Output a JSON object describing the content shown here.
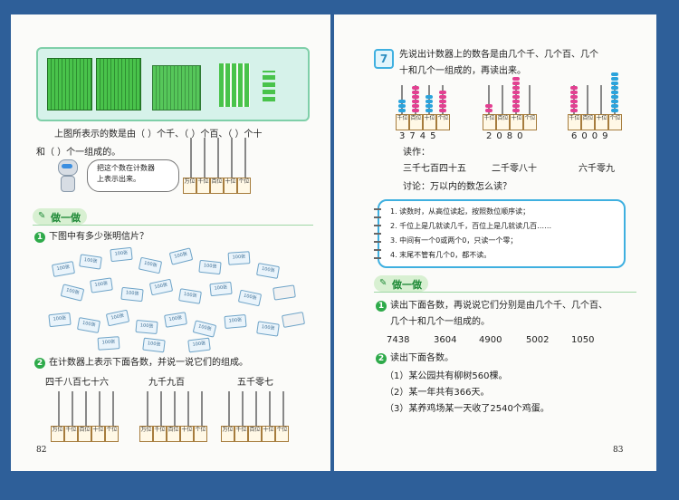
{
  "left": {
    "intro_text_1": "上图所表示的数是由（ ）个千、（ ）个百、（ ）个十",
    "intro_text_2": "和（ ）个一组成的。",
    "robot_bubble_1": "把这个数在计数器",
    "robot_bubble_2": "上表示出来。",
    "place_values": [
      "万位",
      "千位",
      "百位",
      "十位",
      "个位"
    ],
    "section_banner": "做一做",
    "q1_text": "下图中有多少张明信片？",
    "card_label": "100张",
    "q2_text": "在计数器上表示下面各数，并说一说它们的组成。",
    "numbers": [
      "四千八百七十六",
      "九千九百",
      "五千零七"
    ],
    "page_number": "82"
  },
  "right": {
    "q7_number": "7",
    "q7_text_1": "先说出计数器上的数各是由几个千、几个百、几个",
    "q7_text_2": "十和几个一组成的，再读出来。",
    "place_values": [
      "千位",
      "百位",
      "十位",
      "个位"
    ],
    "abacus_values": [
      "3745",
      "2080",
      "6009"
    ],
    "read_label": "读作：",
    "readings": [
      "三千七百四十五",
      "二千零八十",
      "六千零九"
    ],
    "discuss": "讨论：万以内的数怎么读？",
    "rules": [
      "1. 读数时，从高位读起，按照数位顺序读；",
      "2. 千位上是几就读几千，百位上是几就读几百……",
      "3. 中间有一个0或两个0，只读一个零；",
      "4. 末尾不管有几个0，都不读。"
    ],
    "section_banner": "做一做",
    "ex1_text_1": "读出下面各数，再说说它们分别是由几个千、几个百、",
    "ex1_text_2": "几个十和几个一组成的。",
    "ex1_numbers": [
      "7438",
      "3604",
      "4900",
      "5002",
      "1050"
    ],
    "ex2_text": "读出下面各数。",
    "ex2_items": [
      "（1）某公园共有柳树560棵。",
      "（2）某一年共有366天。",
      "（3）某养鸡场某一天收了2540个鸡蛋。"
    ],
    "page_number": "83"
  },
  "colors": {
    "green": "#2eaa4a",
    "blue_box": "#3fb0e0",
    "background": "#2e5f99"
  }
}
